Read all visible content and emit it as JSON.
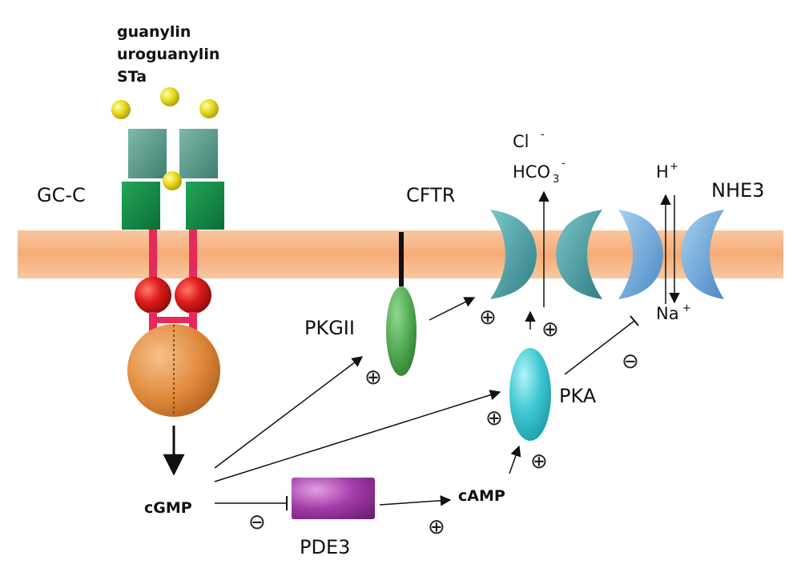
{
  "ligands": {
    "line1": "guanylin",
    "line2": "uroguanylin",
    "line3": "STa"
  },
  "labels": {
    "gcc": "GC-C",
    "cftr": "CFTR",
    "nhe3": "NHE3",
    "pkgii": "PKGII",
    "pka": "PKA",
    "pde3": "PDE3",
    "cgmp": "cGMP",
    "camp": "cAMP"
  },
  "ions": {
    "cl": "Cl",
    "cl_charge": "-",
    "hco3_main": "HCO",
    "hco3_sub": "3",
    "hco3_charge": "-",
    "h": "H",
    "h_charge": "+",
    "na": "Na",
    "na_charge": "+"
  },
  "signs": {
    "plus": "⊕",
    "minus": "⊖"
  },
  "colors": {
    "membrane": "#f7b98c",
    "ligand": "#e6d81a",
    "gcc_upper": "#5c9e8e",
    "gcc_lower": "#148a46",
    "gcc_stalk": "#e8285a",
    "gcc_ball": "#e3231e",
    "gcc_kinase": "#e08a3c",
    "pkgii": "#5aaa5a",
    "pka": "#3fc8d2",
    "pde3": "#a43ca8",
    "cftr": "#4a9ca0",
    "nhe3": "#6aa8d8"
  }
}
